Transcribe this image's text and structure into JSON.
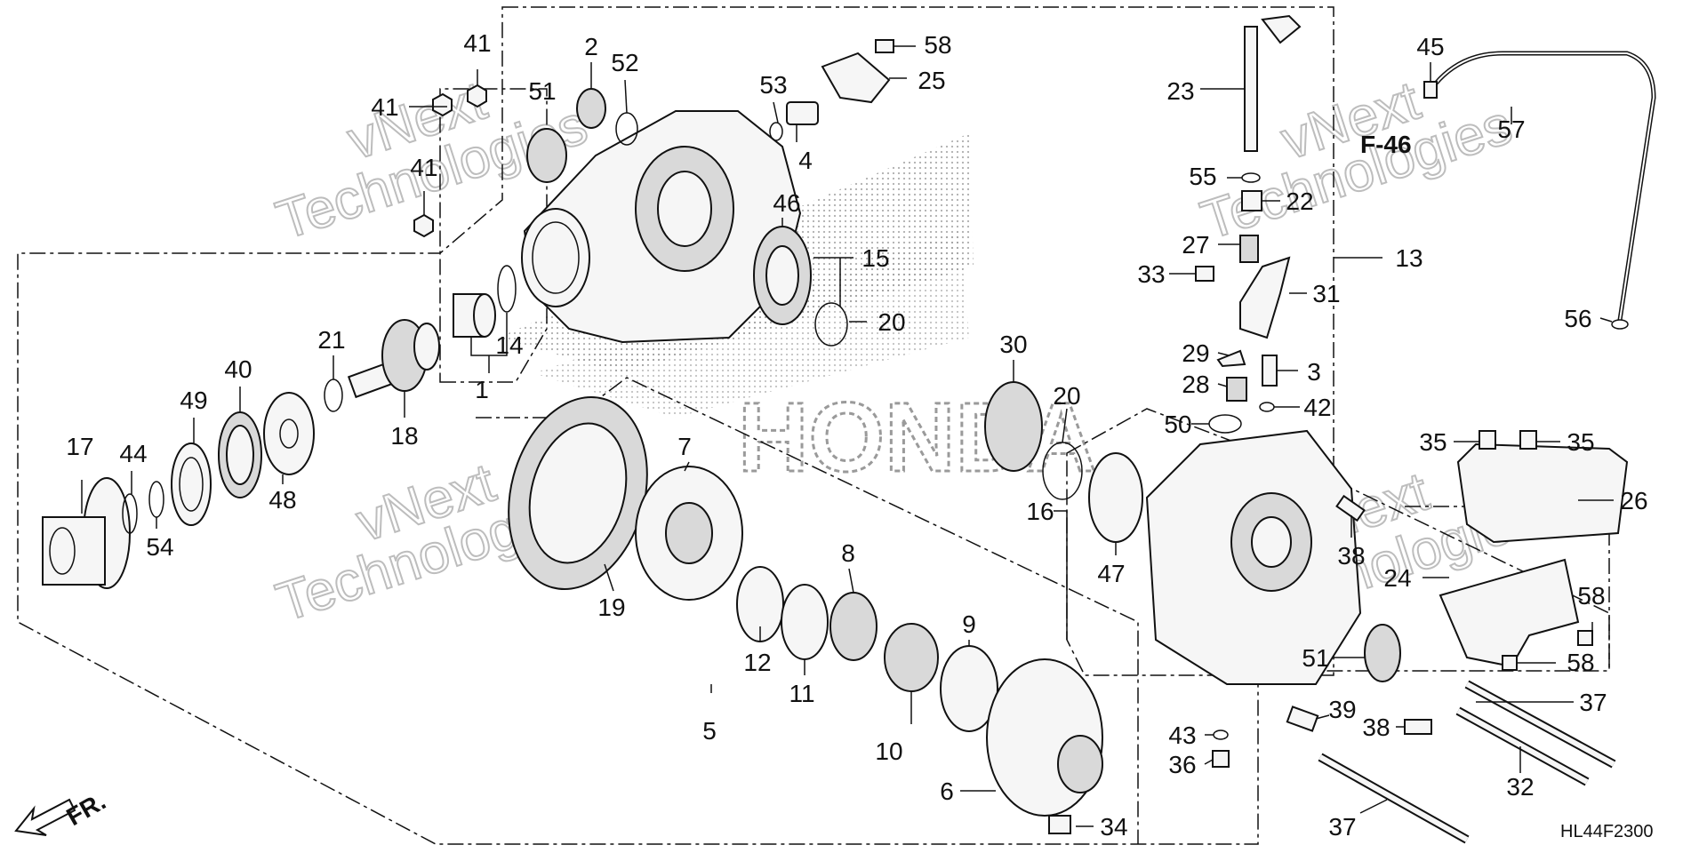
{
  "diagram": {
    "figure_code": "HL44F2300",
    "reference": "F-46",
    "direction_marker": "FR.",
    "watermark": [
      "vNext",
      "Technologies"
    ],
    "watermark_color": "#bdbdbd",
    "line_color": "#111111"
  },
  "callouts": [
    {
      "id": "c1",
      "label": "1"
    },
    {
      "id": "c2",
      "label": "2"
    },
    {
      "id": "c3",
      "label": "3"
    },
    {
      "id": "c4",
      "label": "4"
    },
    {
      "id": "c5",
      "label": "5"
    },
    {
      "id": "c6",
      "label": "6"
    },
    {
      "id": "c7",
      "label": "7"
    },
    {
      "id": "c8",
      "label": "8"
    },
    {
      "id": "c9",
      "label": "9"
    },
    {
      "id": "c10",
      "label": "10"
    },
    {
      "id": "c11",
      "label": "11"
    },
    {
      "id": "c12",
      "label": "12"
    },
    {
      "id": "c13",
      "label": "13"
    },
    {
      "id": "c14",
      "label": "14"
    },
    {
      "id": "c15",
      "label": "15"
    },
    {
      "id": "c16",
      "label": "16"
    },
    {
      "id": "c17",
      "label": "17"
    },
    {
      "id": "c18",
      "label": "18"
    },
    {
      "id": "c19",
      "label": "19"
    },
    {
      "id": "c20a",
      "label": "20"
    },
    {
      "id": "c20b",
      "label": "20"
    },
    {
      "id": "c21",
      "label": "21"
    },
    {
      "id": "c22",
      "label": "22"
    },
    {
      "id": "c23",
      "label": "23"
    },
    {
      "id": "c24",
      "label": "24"
    },
    {
      "id": "c25",
      "label": "25"
    },
    {
      "id": "c26",
      "label": "26"
    },
    {
      "id": "c27",
      "label": "27"
    },
    {
      "id": "c28",
      "label": "28"
    },
    {
      "id": "c29",
      "label": "29"
    },
    {
      "id": "c30",
      "label": "30"
    },
    {
      "id": "c31",
      "label": "31"
    },
    {
      "id": "c32",
      "label": "32"
    },
    {
      "id": "c33",
      "label": "33"
    },
    {
      "id": "c34",
      "label": "34"
    },
    {
      "id": "c35a",
      "label": "35"
    },
    {
      "id": "c35b",
      "label": "35"
    },
    {
      "id": "c36",
      "label": "36"
    },
    {
      "id": "c37a",
      "label": "37"
    },
    {
      "id": "c37b",
      "label": "37"
    },
    {
      "id": "c38a",
      "label": "38"
    },
    {
      "id": "c38b",
      "label": "38"
    },
    {
      "id": "c39",
      "label": "39"
    },
    {
      "id": "c40",
      "label": "40"
    },
    {
      "id": "c41a",
      "label": "41"
    },
    {
      "id": "c41b",
      "label": "41"
    },
    {
      "id": "c41c",
      "label": "41"
    },
    {
      "id": "c42",
      "label": "42"
    },
    {
      "id": "c43",
      "label": "43"
    },
    {
      "id": "c44",
      "label": "44"
    },
    {
      "id": "c45",
      "label": "45"
    },
    {
      "id": "c46",
      "label": "46"
    },
    {
      "id": "c47",
      "label": "47"
    },
    {
      "id": "c48",
      "label": "48"
    },
    {
      "id": "c49",
      "label": "49"
    },
    {
      "id": "c50",
      "label": "50"
    },
    {
      "id": "c51a",
      "label": "51"
    },
    {
      "id": "c51b",
      "label": "51"
    },
    {
      "id": "c52",
      "label": "52"
    },
    {
      "id": "c53",
      "label": "53"
    },
    {
      "id": "c54",
      "label": "54"
    },
    {
      "id": "c55",
      "label": "55"
    },
    {
      "id": "c56",
      "label": "56"
    },
    {
      "id": "c57",
      "label": "57"
    },
    {
      "id": "c58a",
      "label": "58"
    },
    {
      "id": "c58b",
      "label": "58"
    },
    {
      "id": "c58c",
      "label": "58"
    }
  ]
}
